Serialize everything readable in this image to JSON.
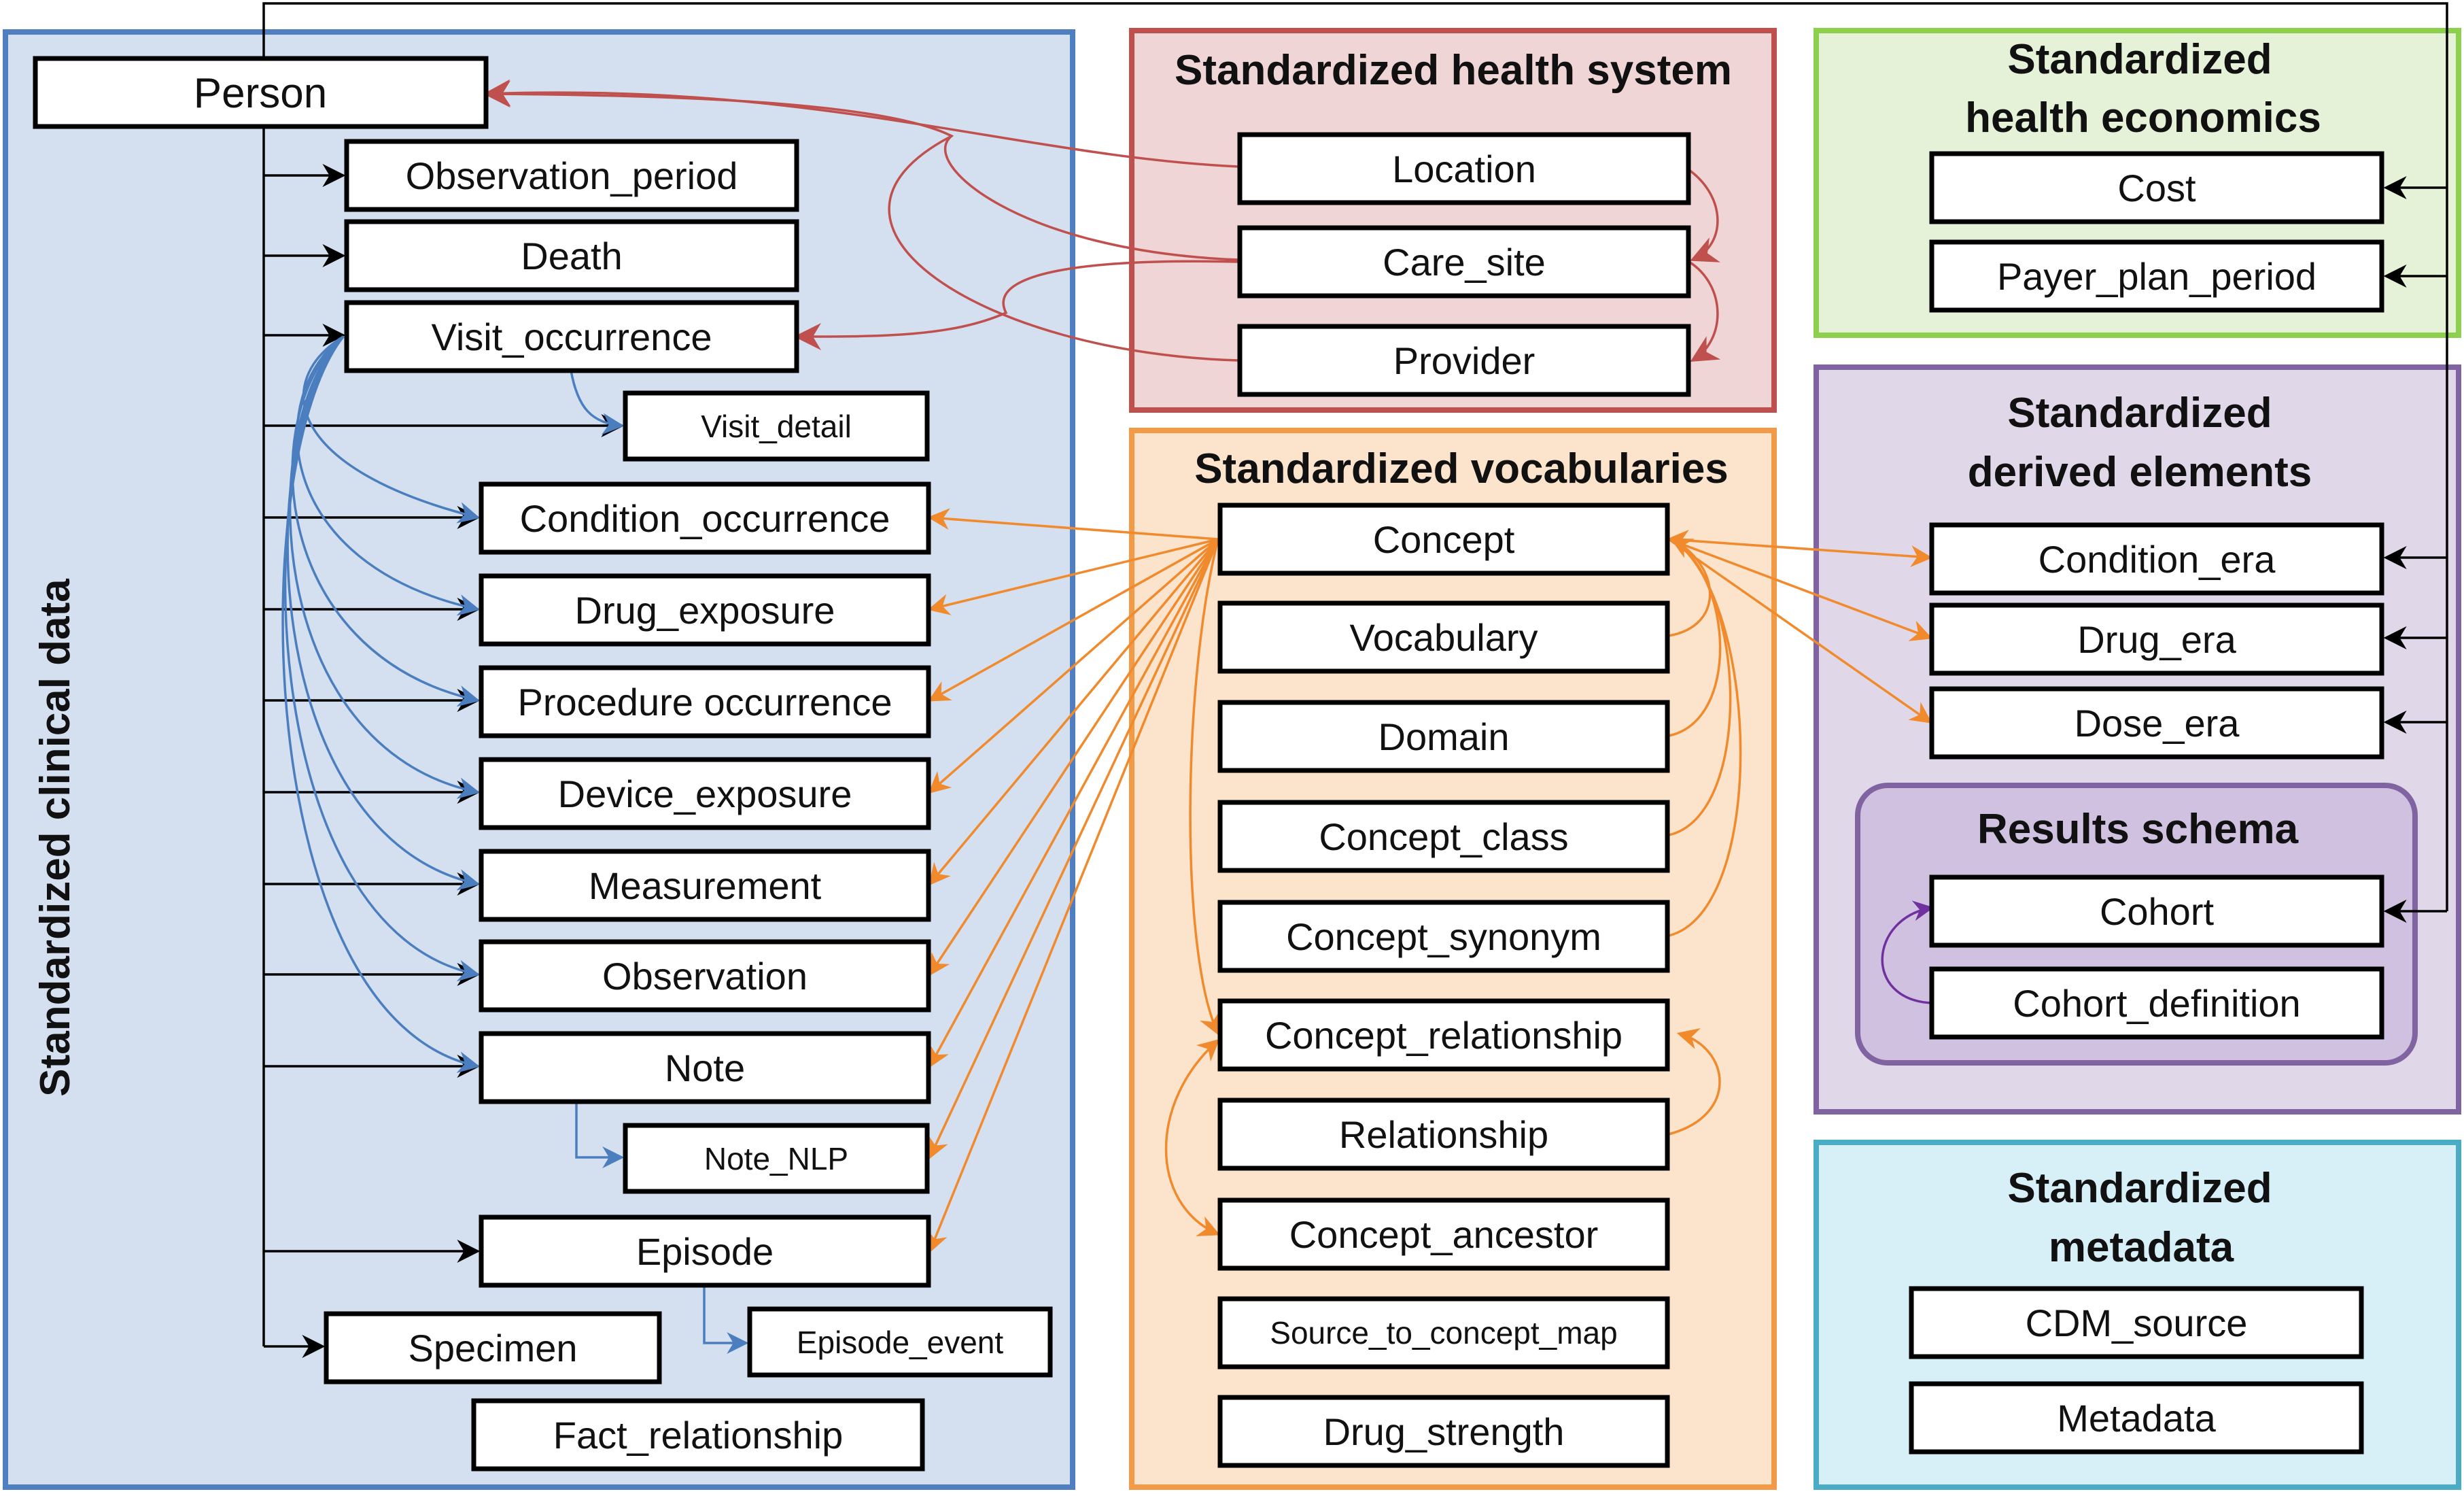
{
  "panels": {
    "clinical": {
      "title": "Standardized clinical data"
    },
    "health_system": {
      "title": "Standardized health system"
    },
    "health_economics": {
      "title_line1": "Standardized",
      "title_line2": "health economics"
    },
    "vocabularies": {
      "title": "Standardized vocabularies"
    },
    "derived": {
      "title_line1": "Standardized",
      "title_line2": "derived elements"
    },
    "results": {
      "title": "Results schema"
    },
    "metadata": {
      "title_line1": "Standardized",
      "title_line2": "metadata"
    }
  },
  "tables": {
    "person": "Person",
    "observation_period": "Observation_period",
    "death": "Death",
    "visit_occurrence": "Visit_occurrence",
    "visit_detail": "Visit_detail",
    "condition_occurrence": "Condition_occurrence",
    "drug_exposure": "Drug_exposure",
    "procedure_occurrence": "Procedure occurrence",
    "device_exposure": "Device_exposure",
    "measurement": "Measurement",
    "observation": "Observation",
    "note": "Note",
    "note_nlp": "Note_NLP",
    "episode": "Episode",
    "episode_event": "Episode_event",
    "specimen": "Specimen",
    "fact_relationship": "Fact_relationship",
    "location": "Location",
    "care_site": "Care_site",
    "provider": "Provider",
    "cost": "Cost",
    "payer_plan_period": "Payer_plan_period",
    "concept": "Concept",
    "vocabulary": "Vocabulary",
    "domain": "Domain",
    "concept_class": "Concept_class",
    "concept_synonym": "Concept_synonym",
    "concept_relationship": "Concept_relationship",
    "relationship": "Relationship",
    "concept_ancestor": "Concept_ancestor",
    "source_to_concept_map": "Source_to_concept_map",
    "drug_strength": "Drug_strength",
    "condition_era": "Condition_era",
    "drug_era": "Drug_era",
    "dose_era": "Dose_era",
    "cohort": "Cohort",
    "cohort_definition": "Cohort_definition",
    "cdm_source": "CDM_source",
    "metadata": "Metadata"
  },
  "colors": {
    "clinical_fill": "#d4dff0",
    "clinical_border": "#4f7fc0",
    "health_system_fill": "#efd5d6",
    "health_system_border": "#c0504d",
    "economics_fill": "#e6f2d8",
    "economics_border": "#8dd04e",
    "vocab_fill": "#fbe3cc",
    "vocab_border": "#f39a46",
    "derived_fill": "#e0d8e9",
    "derived_border": "#8064a2",
    "results_fill": "#cfc1df",
    "results_border": "#8064a2",
    "metadata_fill": "#d7eff6",
    "metadata_border": "#4bacc6"
  }
}
